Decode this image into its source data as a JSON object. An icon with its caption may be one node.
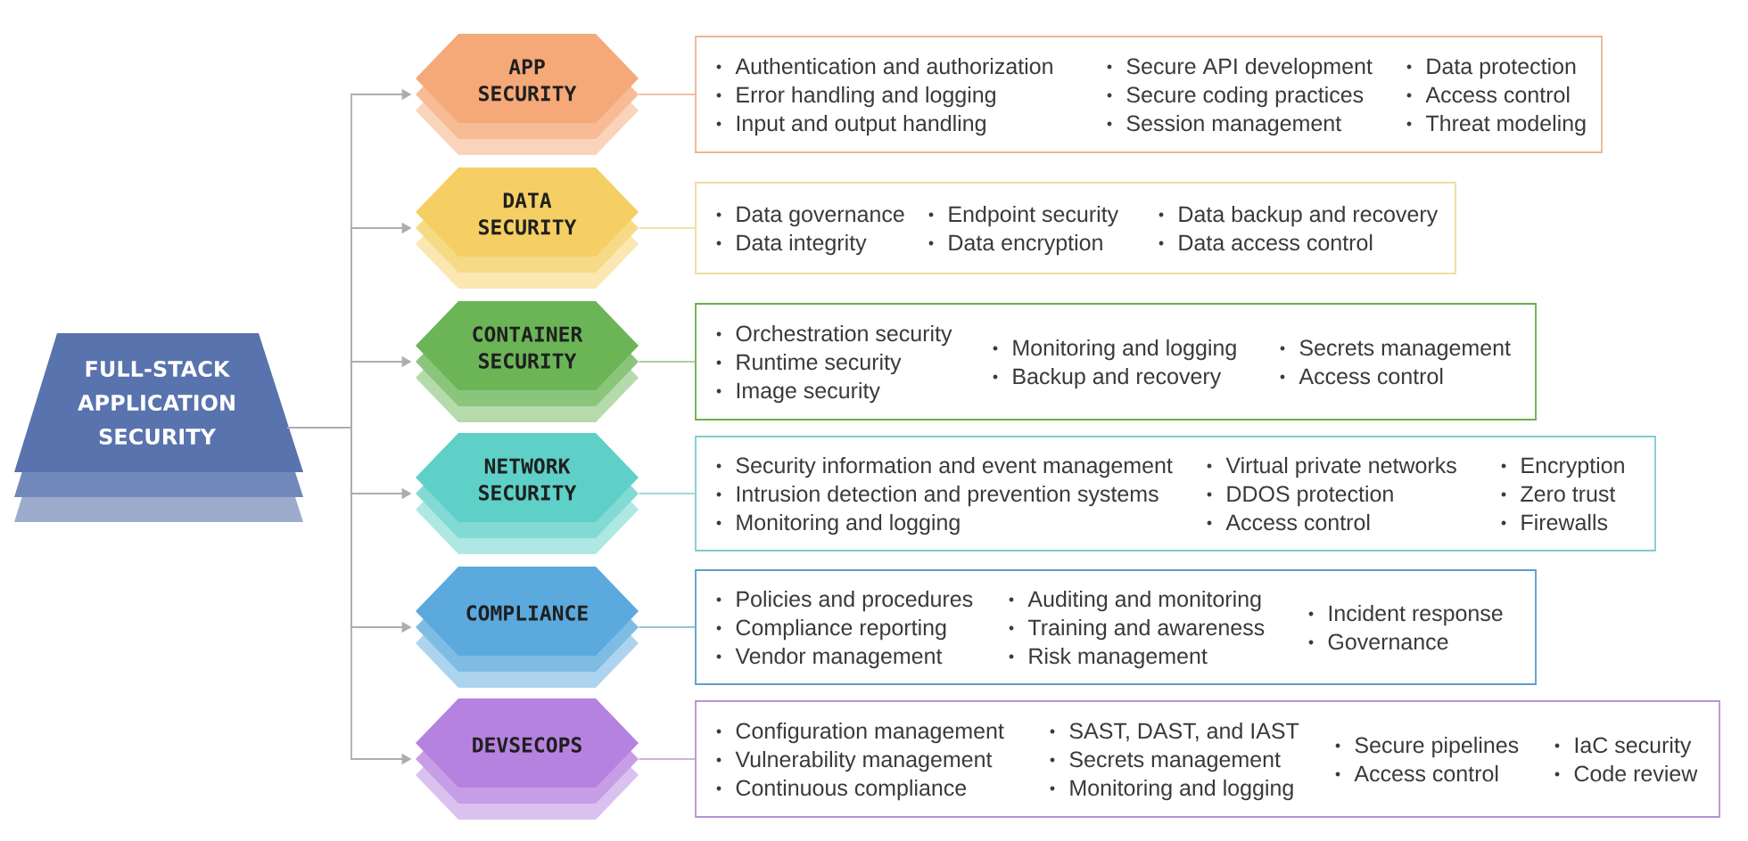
{
  "diagram": {
    "nodes": [
      {
        "text": [
          "FULL-STACK APPLICATION SECURITY"
        ]
      },
      {
        "text": [
          "APP SECURITY"
        ]
      },
      {
        "text": [
          "Authentication and authorization",
          "Error handling and logging",
          "Input and output handling",
          "Secure API development",
          "Secure coding practices",
          "Session management",
          "Data protection",
          "Access control",
          "Threat modeling"
        ]
      },
      {
        "text": [
          "DATA SECURITY"
        ]
      },
      {
        "text": [
          "Data governance",
          "Data integrity",
          "Endpoint security",
          "Data encryption",
          "Data backup and recovery",
          "Data access control"
        ]
      },
      {
        "text": [
          "CONTAINER SECURITY"
        ]
      },
      {
        "text": [
          "Orchestration security",
          "Runtime security",
          "Image security",
          "Monitoring and logging",
          "Backup and recovery",
          "Secrets management",
          "Access control"
        ]
      },
      {
        "text": [
          "NETWORK SECURITY"
        ]
      },
      {
        "text": [
          "Security information and event management",
          "Intrusion detection and prevention systems",
          "Monitoring and logging",
          "Virtual private networks",
          "DDOS protection",
          "Access control",
          "Encryption",
          "Zero trust",
          "Firewalls"
        ]
      },
      {
        "text": [
          "COMPLIANCE"
        ]
      },
      {
        "text": [
          "Policies and procedures",
          "Compliance reporting",
          "Vendor management",
          "Auditing and monitoring",
          "Training and awareness",
          "Risk management",
          "Incident response",
          "Governance"
        ]
      },
      {
        "text": [
          "DEVSECOPS"
        ]
      },
      {
        "text": [
          "Configuration management",
          "Vulnerability management",
          "Continuous compliance",
          "SAST, DAST, and IAST",
          "Secrets management",
          "Monitoring and logging",
          "Secure pipelines",
          "Access control",
          "IaC security",
          "Code review"
        ]
      }
    ],
    "edges": [
      {
        "from": 0,
        "to": 1,
        "arrow": "to"
      },
      {
        "from": 0,
        "to": 3,
        "arrow": "to"
      },
      {
        "from": 0,
        "to": 5,
        "arrow": "to"
      },
      {
        "from": 0,
        "to": 7,
        "arrow": "to"
      },
      {
        "from": 0,
        "to": 9,
        "arrow": "to"
      },
      {
        "from": 0,
        "to": 11,
        "arrow": "to"
      },
      {
        "from": 1,
        "to": 2,
        "arrow": "none",
        "color": "#efc2a6"
      },
      {
        "from": 3,
        "to": 4,
        "arrow": "none",
        "color": "#f3e2ac"
      },
      {
        "from": 5,
        "to": 6,
        "arrow": "none",
        "color": "#a9d29a"
      },
      {
        "from": 7,
        "to": 8,
        "arrow": "none",
        "color": "#9fdcdc"
      },
      {
        "from": 9,
        "to": 10,
        "arrow": "none",
        "color": "#9cc3dd"
      },
      {
        "from": 11,
        "to": 12,
        "arrow": "none",
        "color": "#cdb2e3"
      }
    ]
  }
}
